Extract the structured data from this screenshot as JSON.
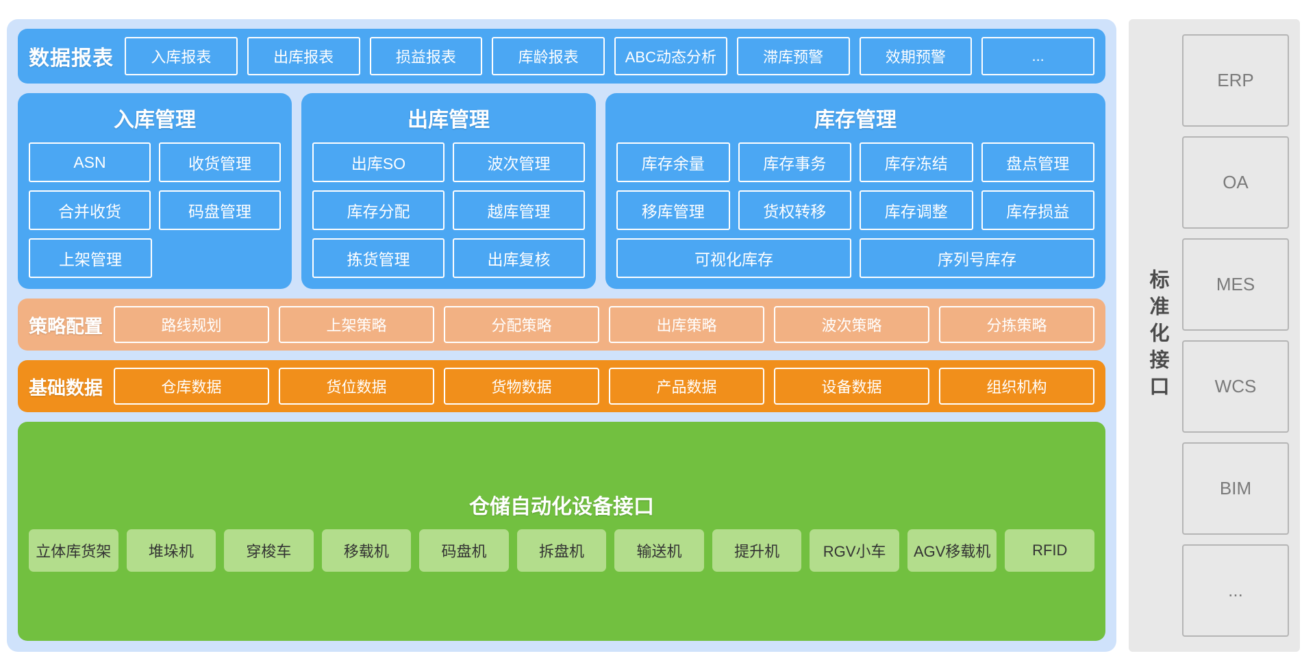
{
  "reports": {
    "title": "数据报表",
    "items": [
      "入库报表",
      "出库报表",
      "损益报表",
      "库龄报表",
      "ABC动态分析",
      "滞库预警",
      "效期预警",
      "..."
    ]
  },
  "management": {
    "inbound": {
      "title": "入库管理",
      "rows": [
        [
          "ASN",
          "收货管理"
        ],
        [
          "合并收货",
          "码盘管理"
        ],
        [
          "上架管理",
          ""
        ]
      ]
    },
    "outbound": {
      "title": "出库管理",
      "rows": [
        [
          "出库SO",
          "波次管理"
        ],
        [
          "库存分配",
          "越库管理"
        ],
        [
          "拣货管理",
          "出库复核"
        ]
      ]
    },
    "inventory": {
      "title": "库存管理",
      "rows": [
        [
          "库存余量",
          "库存事务",
          "库存冻结",
          "盘点管理"
        ],
        [
          "移库管理",
          "货权转移",
          "库存调整",
          "库存损益"
        ]
      ],
      "wide_row": [
        "可视化库存",
        "序列号库存"
      ]
    }
  },
  "strategy": {
    "title": "策略配置",
    "items": [
      "路线规划",
      "上架策略",
      "分配策略",
      "出库策略",
      "波次策略",
      "分拣策略"
    ]
  },
  "basedata": {
    "title": "基础数据",
    "items": [
      "仓库数据",
      "货位数据",
      "货物数据",
      "产品数据",
      "设备数据",
      "组织机构"
    ]
  },
  "equipment": {
    "title": "仓储自动化设备接口",
    "items": [
      "立体库货架",
      "堆垛机",
      "穿梭车",
      "移载机",
      "码盘机",
      "拆盘机",
      "输送机",
      "提升机",
      "RGV小车",
      "AGV移载机",
      "RFID"
    ]
  },
  "sidebar": {
    "label": "标准化接口",
    "items": [
      "ERP",
      "OA",
      "MES",
      "WCS",
      "BIM",
      "..."
    ]
  },
  "colors": {
    "panel_bg": "#cfe2fb",
    "blue": "#4ba7f3",
    "light_orange": "#f2b183",
    "orange": "#f18f1b",
    "green": "#72c040",
    "green_chip": "#b3dd8c",
    "sidebar_bg": "#e8e8e8"
  }
}
